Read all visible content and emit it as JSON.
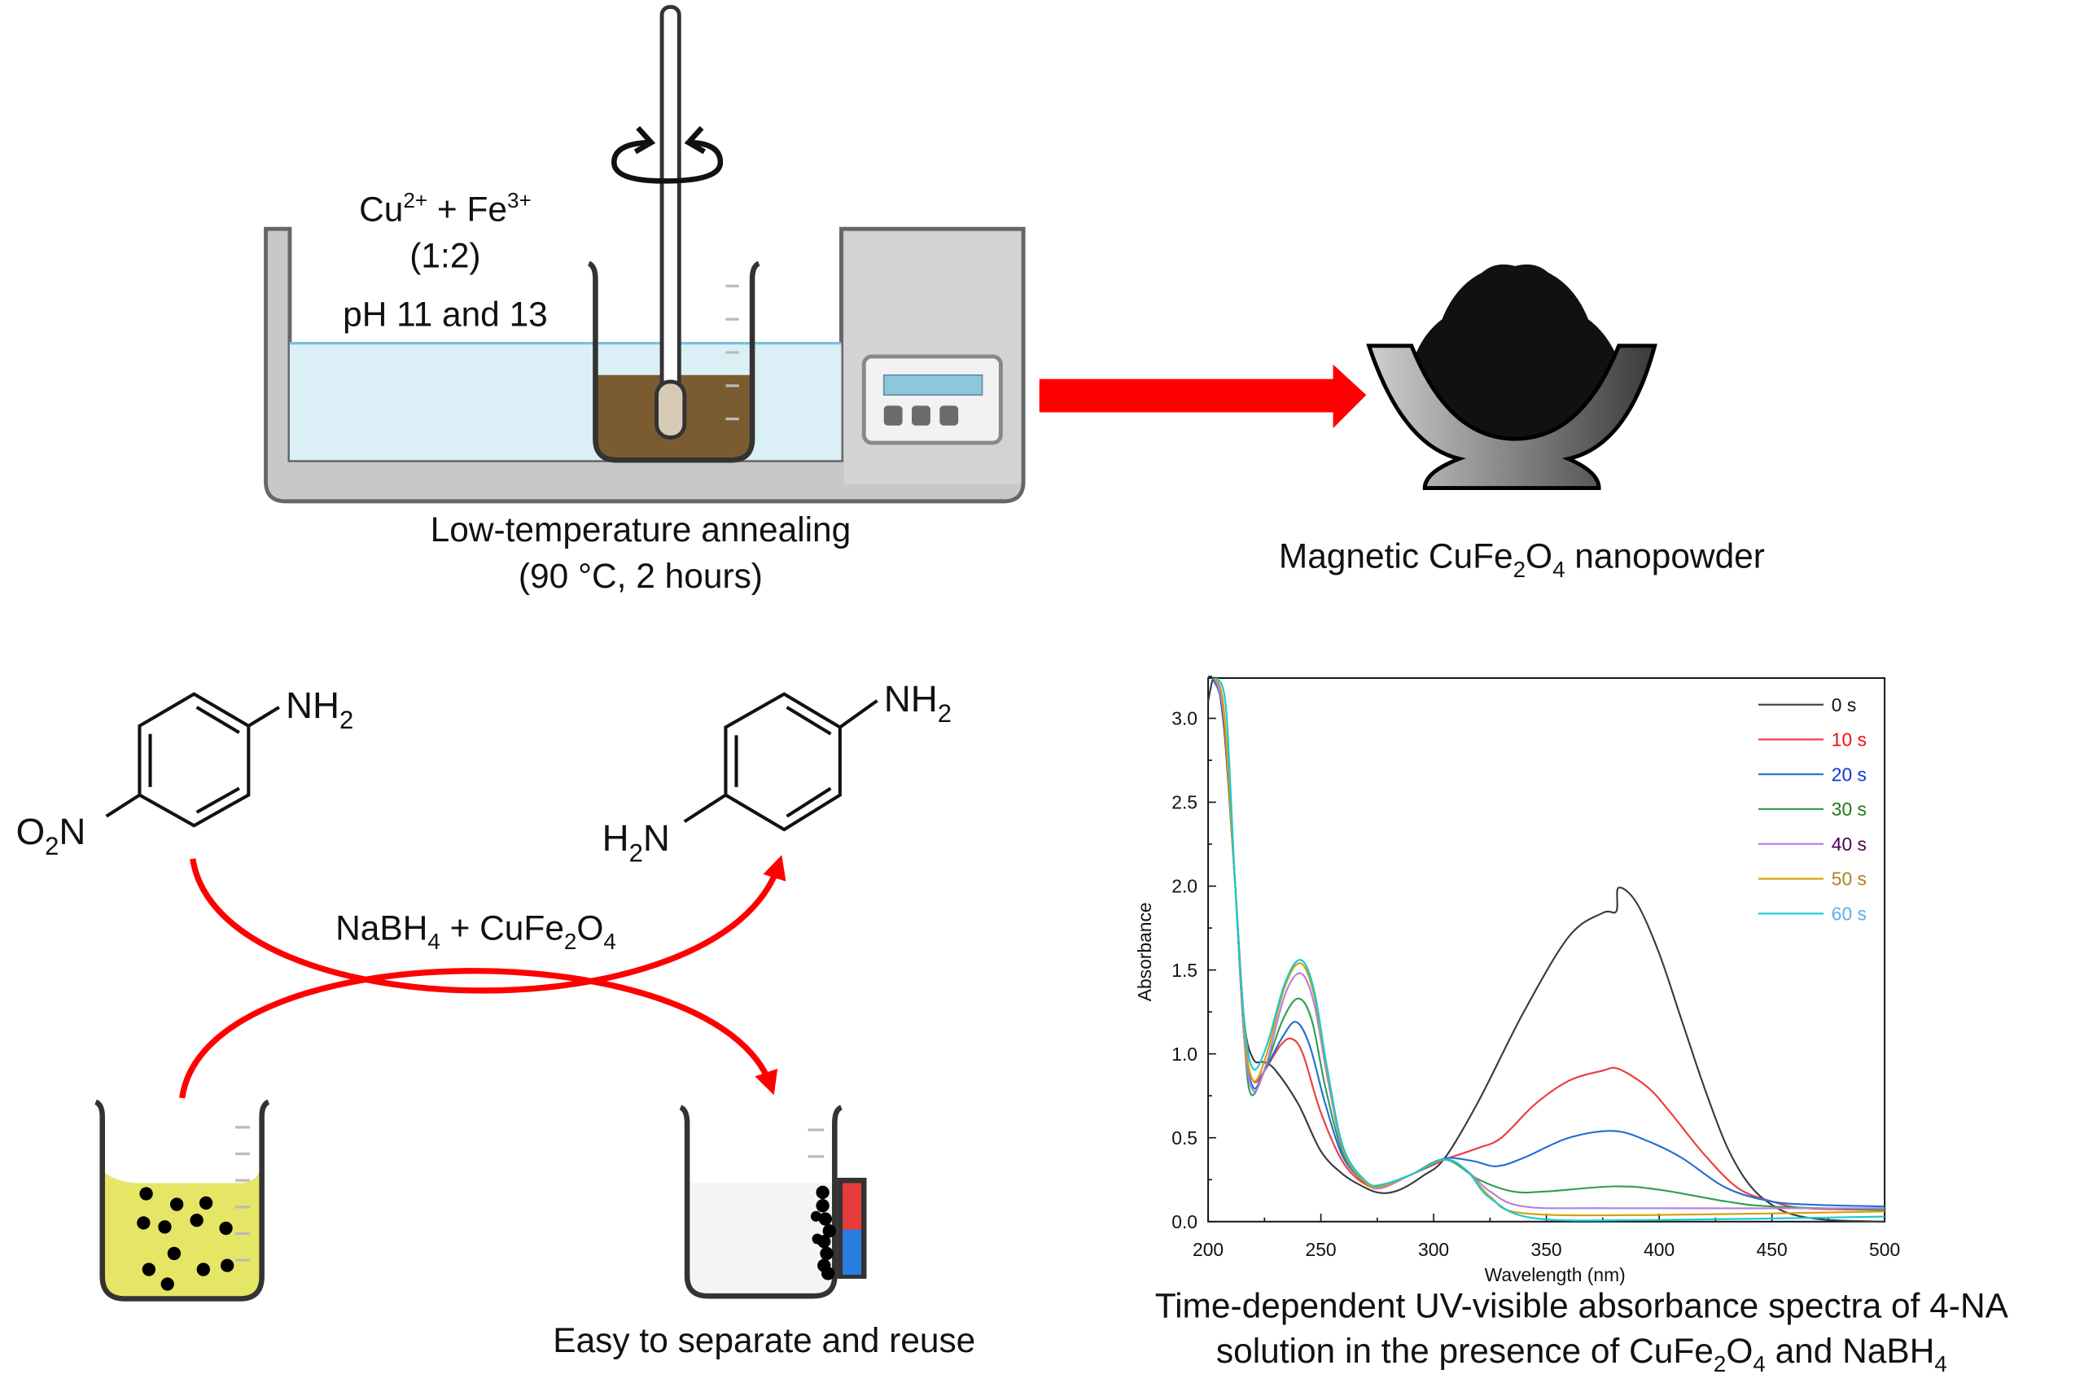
{
  "synthesis": {
    "reagents": {
      "cu": "Cu",
      "cu_charge": "2+",
      "plus": " + ",
      "fe": "Fe",
      "fe_charge": "3+"
    },
    "ratio": "(1:2)",
    "ph": "pH 11 and 13",
    "process_line1": "Low-temperature annealing",
    "process_line2": "(90 °C, 2 hours)"
  },
  "product": {
    "parts": [
      "Magnetic CuFe",
      "2",
      "O",
      "4",
      " nanopowder"
    ]
  },
  "reaction": {
    "reactant": {
      "nh2": "NH",
      "nh2_sub": "2",
      "no2": "O",
      "no2_sub": "2",
      "no2_n": "N"
    },
    "product": {
      "nh2": "NH",
      "nh2_sub": "2",
      "h2n": "H",
      "h2n_sub": "2",
      "h2n_n": "N"
    },
    "reagent_parts": [
      "NaBH",
      "4",
      " + CuFe",
      "2",
      "O",
      "4"
    ],
    "reuse_label": "Easy to separate and reuse"
  },
  "caption": {
    "line1": "Time-dependent UV-visible absorbance spectra of 4-NA",
    "line2_parts": [
      "solution in the presence of CuFe",
      "2",
      "O",
      "4",
      " and NaBH",
      "4"
    ]
  },
  "colors": {
    "arrow": "#ff0000",
    "water": "#daeff6",
    "brown_liquid": "#7a5c30",
    "yellow_liquid": "#e6e666"
  },
  "chart_data": {
    "type": "line",
    "xlabel": "Wavelength (nm)",
    "ylabel": "Absorbance",
    "xlim": [
      200,
      500
    ],
    "ylim": [
      0,
      3.24
    ],
    "xticks": [
      200,
      250,
      300,
      350,
      400,
      450,
      500
    ],
    "xtick_labels": [
      "200",
      "250",
      "300",
      "350",
      "400",
      "450",
      "500"
    ],
    "yticks": [
      0,
      0.5,
      1.0,
      1.5,
      2.0,
      2.5,
      3.0
    ],
    "ytick_labels": [
      "0.0",
      "0.5",
      "1.0",
      "1.5",
      "2.0",
      "2.5",
      "3.0"
    ],
    "grid": false,
    "legend_position": "top-right",
    "series": [
      {
        "name": "0 s",
        "color": "#3a3a3a",
        "label_color": "#111111",
        "points": [
          [
            200,
            3.1
          ],
          [
            203,
            3.24
          ],
          [
            207,
            2.95
          ],
          [
            212,
            2.0
          ],
          [
            216,
            1.2
          ],
          [
            220,
            0.97
          ],
          [
            225,
            0.95
          ],
          [
            230,
            0.9
          ],
          [
            240,
            0.7
          ],
          [
            250,
            0.42
          ],
          [
            260,
            0.28
          ],
          [
            270,
            0.2
          ],
          [
            277,
            0.17
          ],
          [
            285,
            0.19
          ],
          [
            295,
            0.27
          ],
          [
            305,
            0.38
          ],
          [
            320,
            0.72
          ],
          [
            340,
            1.25
          ],
          [
            360,
            1.7
          ],
          [
            375,
            1.84
          ],
          [
            381,
            1.85
          ],
          [
            382,
            1.99
          ],
          [
            390,
            1.9
          ],
          [
            400,
            1.6
          ],
          [
            410,
            1.2
          ],
          [
            420,
            0.8
          ],
          [
            430,
            0.45
          ],
          [
            440,
            0.22
          ],
          [
            450,
            0.1
          ],
          [
            460,
            0.04
          ],
          [
            475,
            0.01
          ],
          [
            500,
            0.0
          ]
        ]
      },
      {
        "name": "10 s",
        "color": "#ee3b3b",
        "label_color": "#ee1111",
        "points": [
          [
            202,
            3.24
          ],
          [
            207,
            3.0
          ],
          [
            212,
            2.0
          ],
          [
            216,
            1.1
          ],
          [
            220,
            0.84
          ],
          [
            225,
            0.9
          ],
          [
            232,
            1.05
          ],
          [
            237,
            1.09
          ],
          [
            242,
            1.0
          ],
          [
            250,
            0.65
          ],
          [
            260,
            0.35
          ],
          [
            270,
            0.22
          ],
          [
            277,
            0.21
          ],
          [
            290,
            0.28
          ],
          [
            300,
            0.34
          ],
          [
            307,
            0.38
          ],
          [
            320,
            0.44
          ],
          [
            330,
            0.5
          ],
          [
            345,
            0.7
          ],
          [
            360,
            0.84
          ],
          [
            375,
            0.9
          ],
          [
            382,
            0.91
          ],
          [
            395,
            0.8
          ],
          [
            405,
            0.65
          ],
          [
            420,
            0.4
          ],
          [
            435,
            0.2
          ],
          [
            450,
            0.12
          ],
          [
            465,
            0.08
          ],
          [
            500,
            0.07
          ]
        ]
      },
      {
        "name": "20 s",
        "color": "#1f6fd6",
        "label_color": "#1030e0",
        "points": [
          [
            202,
            3.24
          ],
          [
            207,
            3.0
          ],
          [
            212,
            2.0
          ],
          [
            216,
            1.1
          ],
          [
            220,
            0.8
          ],
          [
            225,
            0.9
          ],
          [
            233,
            1.1
          ],
          [
            239,
            1.19
          ],
          [
            245,
            1.05
          ],
          [
            252,
            0.7
          ],
          [
            260,
            0.38
          ],
          [
            270,
            0.23
          ],
          [
            277,
            0.22
          ],
          [
            290,
            0.28
          ],
          [
            300,
            0.35
          ],
          [
            307,
            0.38
          ],
          [
            318,
            0.36
          ],
          [
            328,
            0.33
          ],
          [
            340,
            0.38
          ],
          [
            360,
            0.5
          ],
          [
            380,
            0.54
          ],
          [
            395,
            0.48
          ],
          [
            410,
            0.38
          ],
          [
            430,
            0.2
          ],
          [
            450,
            0.12
          ],
          [
            470,
            0.1
          ],
          [
            500,
            0.09
          ]
        ]
      },
      {
        "name": "30 s",
        "color": "#2e9e50",
        "label_color": "#1a7a1a",
        "points": [
          [
            203,
            3.24
          ],
          [
            207,
            3.0
          ],
          [
            212,
            2.0
          ],
          [
            216,
            1.1
          ],
          [
            219,
            0.76
          ],
          [
            225,
            0.9
          ],
          [
            233,
            1.2
          ],
          [
            240,
            1.33
          ],
          [
            246,
            1.2
          ],
          [
            252,
            0.8
          ],
          [
            260,
            0.4
          ],
          [
            270,
            0.23
          ],
          [
            277,
            0.21
          ],
          [
            290,
            0.28
          ],
          [
            305,
            0.37
          ],
          [
            320,
            0.25
          ],
          [
            335,
            0.18
          ],
          [
            350,
            0.18
          ],
          [
            380,
            0.21
          ],
          [
            400,
            0.19
          ],
          [
            430,
            0.12
          ],
          [
            450,
            0.09
          ],
          [
            500,
            0.07
          ]
        ]
      },
      {
        "name": "40 s",
        "color": "#b77ee0",
        "label_color": "#4b0050",
        "points": [
          [
            203,
            3.24
          ],
          [
            207,
            3.0
          ],
          [
            212,
            2.0
          ],
          [
            216,
            1.1
          ],
          [
            220,
            0.78
          ],
          [
            226,
            0.95
          ],
          [
            234,
            1.35
          ],
          [
            241,
            1.48
          ],
          [
            247,
            1.3
          ],
          [
            253,
            0.85
          ],
          [
            260,
            0.42
          ],
          [
            270,
            0.23
          ],
          [
            277,
            0.2
          ],
          [
            290,
            0.28
          ],
          [
            305,
            0.37
          ],
          [
            315,
            0.3
          ],
          [
            325,
            0.18
          ],
          [
            340,
            0.09
          ],
          [
            380,
            0.08
          ],
          [
            500,
            0.08
          ]
        ]
      },
      {
        "name": "50 s",
        "color": "#d4a000",
        "label_color": "#b08020",
        "points": [
          [
            203,
            3.24
          ],
          [
            207,
            3.05
          ],
          [
            212,
            2.0
          ],
          [
            216,
            1.15
          ],
          [
            220,
            0.84
          ],
          [
            226,
            1.0
          ],
          [
            234,
            1.4
          ],
          [
            241,
            1.54
          ],
          [
            247,
            1.35
          ],
          [
            253,
            0.88
          ],
          [
            260,
            0.43
          ],
          [
            270,
            0.23
          ],
          [
            277,
            0.21
          ],
          [
            290,
            0.28
          ],
          [
            305,
            0.37
          ],
          [
            315,
            0.3
          ],
          [
            325,
            0.15
          ],
          [
            340,
            0.05
          ],
          [
            400,
            0.04
          ],
          [
            500,
            0.06
          ]
        ]
      },
      {
        "name": "60 s",
        "color": "#19c8d6",
        "label_color": "#5ab0e6",
        "points": [
          [
            204,
            3.24
          ],
          [
            208,
            3.05
          ],
          [
            212,
            2.0
          ],
          [
            216,
            1.2
          ],
          [
            220,
            0.91
          ],
          [
            226,
            1.05
          ],
          [
            234,
            1.42
          ],
          [
            241,
            1.56
          ],
          [
            247,
            1.38
          ],
          [
            253,
            0.9
          ],
          [
            260,
            0.44
          ],
          [
            270,
            0.24
          ],
          [
            277,
            0.22
          ],
          [
            290,
            0.28
          ],
          [
            305,
            0.37
          ],
          [
            315,
            0.3
          ],
          [
            325,
            0.14
          ],
          [
            345,
            0.02
          ],
          [
            400,
            0.01
          ],
          [
            500,
            0.03
          ]
        ]
      }
    ]
  }
}
